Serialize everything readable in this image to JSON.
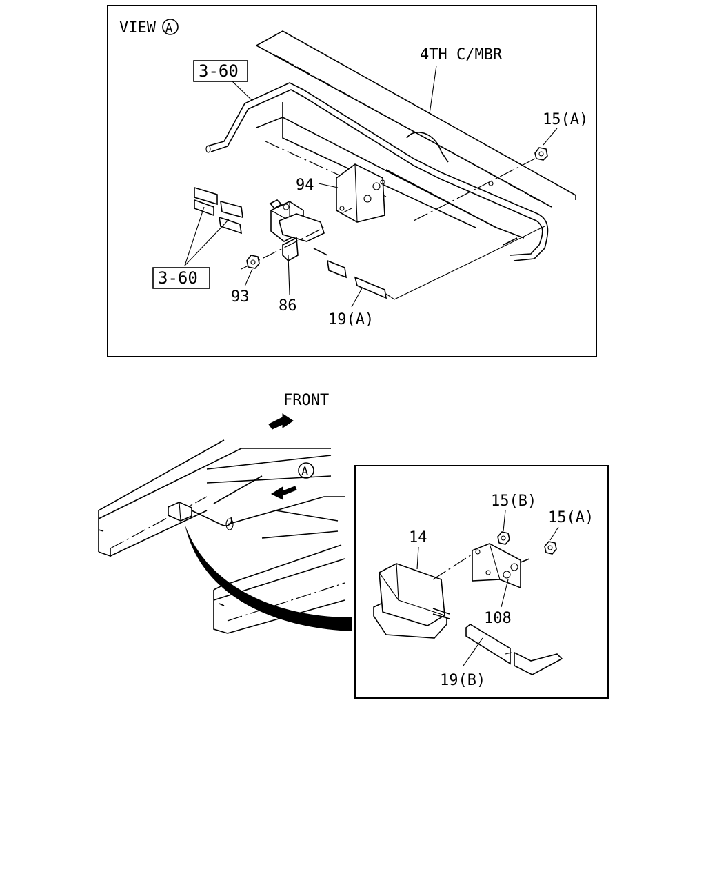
{
  "view_a": {
    "title_text": "VIEW",
    "title_circle": "A",
    "member_label": "4TH C/MBR",
    "ref_top": "3-60",
    "ref_bottom": "3-60",
    "part_15a": "15(A)",
    "part_94": "94",
    "part_93": "93",
    "part_86": "86",
    "part_19a": "19(A)"
  },
  "overview": {
    "front_label": "FRONT",
    "view_marker": "A"
  },
  "detail": {
    "part_15b": "15(B)",
    "part_15a": "15(A)",
    "part_14": "14",
    "part_108": "108",
    "part_19b": "19(B)"
  }
}
